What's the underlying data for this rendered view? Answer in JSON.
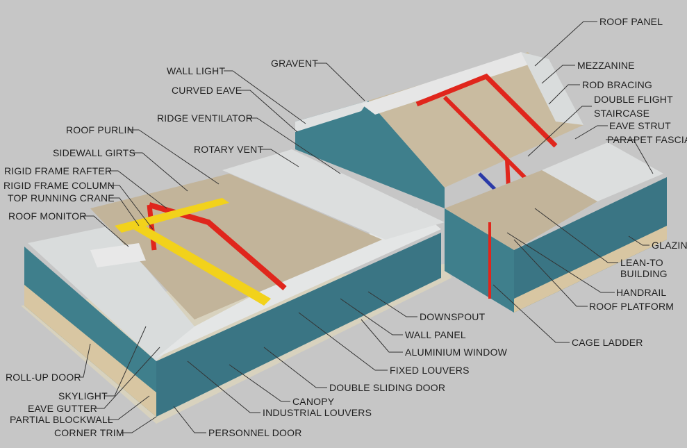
{
  "labels": {
    "roof_panel": "ROOF PANEL",
    "mezzanine": "MEZZANINE",
    "rod_bracing": "ROD BRACING",
    "double_flight": "DOUBLE FLIGHT",
    "staircase": "STAIRCASE",
    "eave_strut": "EAVE STRUT",
    "parapet_fascia": "PARAPET FASCIA",
    "glazing": "GLAZING",
    "lean_to_1": "LEAN-TO",
    "lean_to_2": "BUILDING",
    "handrail": "HANDRAIL",
    "roof_platform": "ROOF PLATFORM",
    "cage_ladder": "CAGE LADDER",
    "downspout": "DOWNSPOUT",
    "wall_panel": "WALL PANEL",
    "aluminium_window": "ALUMINIUM WINDOW",
    "fixed_louvers": "FIXED LOUVERS",
    "double_sliding_door": "DOUBLE SLIDING DOOR",
    "canopy": "CANOPY",
    "industrial_louvers": "INDUSTRIAL LOUVERS",
    "personnel_door": "PERSONNEL DOOR",
    "gravent": "GRAVENT",
    "wall_light": "WALL LIGHT",
    "curved_eave": "CURVED EAVE",
    "ridge_ventilator": "RIDGE VENTILATOR",
    "rotary_vent": "ROTARY VENT",
    "roof_purlin": "ROOF PURLIN",
    "sidewall_girts": "SIDEWALL GIRTS",
    "rigid_frame_rafter": "RIGID FRAME RAFTER",
    "rigid_frame_column": "RIGID FRAME COLUMN",
    "top_running_crane": "TOP RUNNING CRANE",
    "roof_monitor": "ROOF MONITOR",
    "roll_up_door": "ROLL-UP DOOR",
    "skylight": "SKYLIGHT",
    "eave_gutter": "EAVE GUTTER",
    "partial_blockwall": "PARTIAL BLOCKWALL",
    "corner_trim": "CORNER TRIM"
  },
  "colors": {
    "background": "#c6c6c6",
    "wall": "#3f7f8c",
    "roof": "#d9dcdc",
    "frame": "#e0261c",
    "crane": "#f2d21b",
    "stair": "#2a3aa8",
    "blockwall": "#d8c6a2"
  }
}
